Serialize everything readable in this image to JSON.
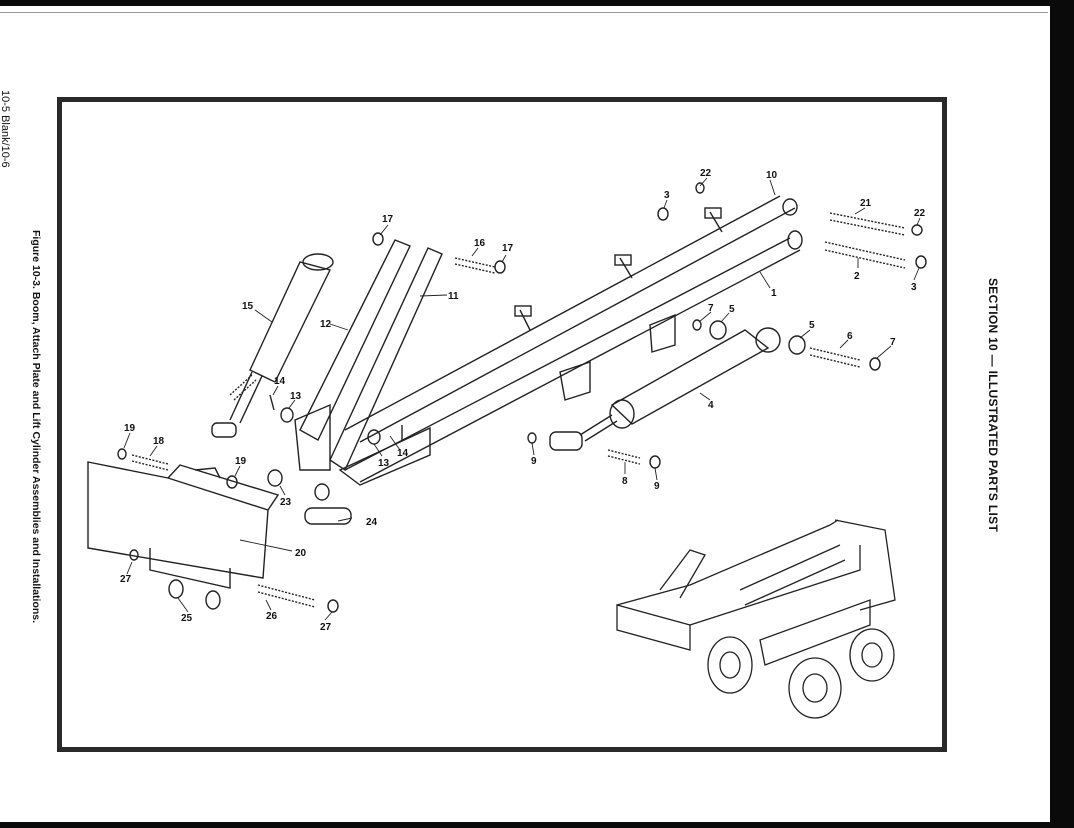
{
  "header": {
    "section_title": "SECTION 10 — ILLUSTRATED PARTS LIST",
    "page_number": "10-5 Blank/10-6"
  },
  "figure": {
    "caption": "Figure 10-3. Boom, Attach Plate and Lift Cylinder Assemblies and Installations.",
    "callouts": [
      {
        "id": "c22a",
        "text": "22"
      },
      {
        "id": "c10",
        "text": "10"
      },
      {
        "id": "c3a",
        "text": "3"
      },
      {
        "id": "c21",
        "text": "21"
      },
      {
        "id": "c22b",
        "text": "22"
      },
      {
        "id": "c17a",
        "text": "17"
      },
      {
        "id": "c16",
        "text": "16"
      },
      {
        "id": "c17b",
        "text": "17"
      },
      {
        "id": "c2",
        "text": "2"
      },
      {
        "id": "c3b",
        "text": "3"
      },
      {
        "id": "c1",
        "text": "1"
      },
      {
        "id": "c11",
        "text": "11"
      },
      {
        "id": "c15",
        "text": "15"
      },
      {
        "id": "c12",
        "text": "12"
      },
      {
        "id": "c7a",
        "text": "7"
      },
      {
        "id": "c5a",
        "text": "5"
      },
      {
        "id": "c5b",
        "text": "5"
      },
      {
        "id": "c6",
        "text": "6"
      },
      {
        "id": "c7b",
        "text": "7"
      },
      {
        "id": "c14a",
        "text": "14"
      },
      {
        "id": "c13a",
        "text": "13"
      },
      {
        "id": "c4",
        "text": "4"
      },
      {
        "id": "c19a",
        "text": "19"
      },
      {
        "id": "c18",
        "text": "18"
      },
      {
        "id": "c13b",
        "text": "13"
      },
      {
        "id": "c14b",
        "text": "14"
      },
      {
        "id": "c9a",
        "text": "9"
      },
      {
        "id": "c19b",
        "text": "19"
      },
      {
        "id": "c8",
        "text": "8"
      },
      {
        "id": "c9b",
        "text": "9"
      },
      {
        "id": "c23",
        "text": "23"
      },
      {
        "id": "c24",
        "text": "24"
      },
      {
        "id": "c20",
        "text": "20"
      },
      {
        "id": "c27a",
        "text": "27"
      },
      {
        "id": "c25",
        "text": "25"
      },
      {
        "id": "c26",
        "text": "26"
      },
      {
        "id": "c27b",
        "text": "27"
      }
    ]
  }
}
